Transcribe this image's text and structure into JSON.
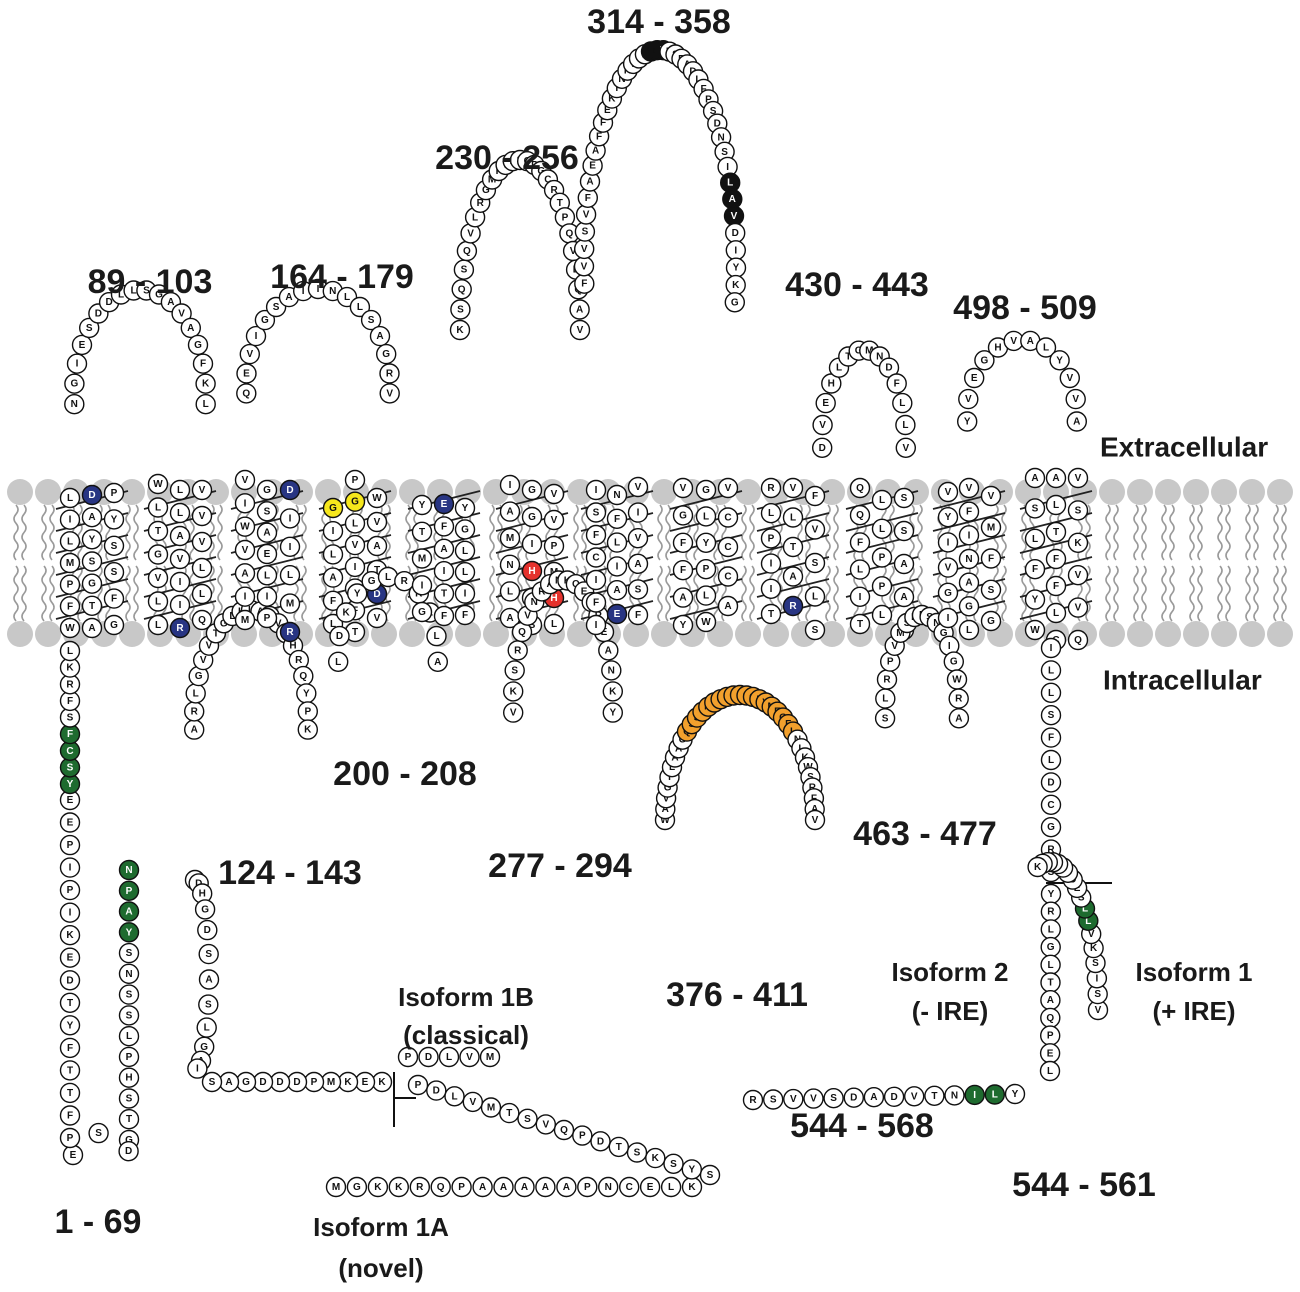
{
  "membrane_labels": {
    "extracellular": "Extracellular",
    "intracellular": "Intracellular"
  },
  "colors": {
    "default": "#ffffff",
    "dark_blue": "#283583",
    "yellow": "#f6e71c",
    "red": "#e5322d",
    "black": "#111111",
    "green": "#1e6b2f",
    "orange": "#f2a02d",
    "membrane": "#c8c8c8"
  },
  "range_labels": [
    "314 - 358",
    "230 - 256",
    "89 - 103",
    "164 - 179",
    "430 - 443",
    "498 - 509",
    "200 - 208",
    "124 - 143",
    "277 - 294",
    "463 - 477",
    "376 - 411",
    "544 - 568",
    "544 - 561",
    "1 - 69"
  ],
  "isoform_labels": [
    "Isoform 1B",
    "(classical)",
    "Isoform 1A",
    "(novel)",
    "Isoform 2",
    "(- IRE)",
    "Isoform 1",
    "(+ IRE)"
  ],
  "segments": [
    {
      "name": "n-term-1a-tail",
      "residues": "MGKKRQPAAAAAPNCELK",
      "colors": {}
    },
    {
      "name": "n-term-1a-loop",
      "residues": "SYSKSTDPQVSTMVLDP",
      "colors": {}
    },
    {
      "name": "n-term-1b",
      "residues": "PDLVM",
      "colors": {}
    },
    {
      "name": "n-term-common-a",
      "residues": "KEKMPDDDGAS",
      "colors": {}
    },
    {
      "name": "n-term-common-b",
      "residues": "GDHGDSASLGAI",
      "colors": {}
    },
    {
      "name": "n-term-common-c",
      "residues": "NPAYSNSSLPHSTG",
      "colors": {
        "0": "green",
        "1": "green",
        "2": "green",
        "3": "green"
      }
    },
    {
      "name": "n-term-common-d",
      "residues": "DSE",
      "colors": {}
    },
    {
      "name": "n-term-common-e",
      "residues": "PFTTFYTDEKIPIPEE",
      "colors": {}
    },
    {
      "name": "n-term-common-f",
      "residues": "YSCFSFRKL",
      "colors": {
        "0": "green",
        "1": "green",
        "2": "green",
        "3": "green"
      }
    },
    {
      "name": "tm1-left",
      "residues": "LILMPFW",
      "colors": {}
    },
    {
      "name": "tm1-mid",
      "residues": "DAYSGTA",
      "colors": {
        "0": "dark_blue"
      }
    },
    {
      "name": "tm1-right",
      "residues": "PYSSFG",
      "colors": {}
    },
    {
      "name": "loop-89-103",
      "residues": "NGIESDDLLSGAVAGFKL",
      "colors": {}
    },
    {
      "name": "tm2-left",
      "residues": "WLTGVLL",
      "colors": {}
    },
    {
      "name": "tm2-mid",
      "residues": "LLAVIIR",
      "colors": {
        "6": "dark_blue"
      }
    },
    {
      "name": "tm2-right",
      "residues": "VVVLLQ",
      "colors": {}
    },
    {
      "name": "loop-124-143",
      "residues": "ARLGVVTGLHLAEVCHRQYPK",
      "colors": {}
    },
    {
      "name": "tm3-left",
      "residues": "VIWVAIM",
      "colors": {}
    },
    {
      "name": "tm3-mid",
      "residues": "GSAELIP",
      "colors": {}
    },
    {
      "name": "tm3-right",
      "residues": "DIILMR",
      "colors": {
        "0": "dark_blue",
        "5": "dark_blue"
      }
    },
    {
      "name": "loop-164-179",
      "residues": "QEVIGSAIINLLSAGRV",
      "colors": {}
    },
    {
      "name": "tm4-left",
      "residues": "GILAFL",
      "colors": {
        "0": "yellow"
      }
    },
    {
      "name": "tm4-mid",
      "residues": "PGLVITFT",
      "colors": {
        "1": "yellow"
      }
    },
    {
      "name": "tm4-right",
      "residues": "WVATDV",
      "colors": {
        "4": "dark_blue"
      }
    },
    {
      "name": "loop-200-208",
      "residues": "LDKYGLRKLLA",
      "colors": {}
    },
    {
      "name": "tm5-left",
      "residues": "YTMIG",
      "colors": {}
    },
    {
      "name": "tm5-mid",
      "residues": "EFAITF",
      "colors": {
        "0": "dark_blue"
      }
    },
    {
      "name": "tm5-right",
      "residues": "YGLLIF",
      "colors": {}
    },
    {
      "name": "loop-230-256",
      "residues": "KSQSQVLRGMFVPSCPGCRTPQVEQAV",
      "colors": {}
    },
    {
      "name": "tm6-left",
      "residues": "IAMNLA",
      "colors": {}
    },
    {
      "name": "tm6-mid",
      "residues": "GGIHYS",
      "colors": {
        "3": "red"
      }
    },
    {
      "name": "tm6-right",
      "residues": "VVPMHL",
      "colors": {
        "4": "red"
      }
    },
    {
      "name": "loop-277-294",
      "residues": "VKSRQVNRANKQEVREANKY",
      "colors": {}
    },
    {
      "name": "tm7-left",
      "residues": "ISFCIFI",
      "colors": {}
    },
    {
      "name": "tm7-mid",
      "residues": "NFLIAE",
      "colors": {
        "5": "dark_blue"
      }
    },
    {
      "name": "tm7-right",
      "residues": "VIVASF",
      "colors": {}
    },
    {
      "name": "loop-314-358",
      "residues": "FVVSVFAEAFFEKTNKVVECKNNSPADLFPSDNSILAVDIYKG",
      "colors": {
        "19": "black",
        "20": "black",
        "21": "black",
        "35": "black",
        "36": "black",
        "37": "black"
      }
    },
    {
      "name": "tm8-left",
      "residues": "VGFFAY",
      "colors": {}
    },
    {
      "name": "tm8-mid",
      "residues": "GLYPLW",
      "colors": {}
    },
    {
      "name": "tm8-right",
      "residues": "VCCCA",
      "colors": {}
    },
    {
      "name": "loop-376-411",
      "residues": "WAVGILAAGQSSTMTGTYSGQFVMEGFLNLKWSRFAV",
      "colors": {
        "9": "orange",
        "10": "orange",
        "11": "orange",
        "12": "orange",
        "13": "orange",
        "14": "orange",
        "15": "orange",
        "16": "orange",
        "17": "orange",
        "18": "orange",
        "19": "orange",
        "20": "orange",
        "21": "orange",
        "22": "orange",
        "23": "orange",
        "24": "orange",
        "25": "orange",
        "26": "orange",
        "27": "orange"
      }
    },
    {
      "name": "tm9-left",
      "residues": "RLPIIT",
      "colors": {}
    },
    {
      "name": "tm9-mid",
      "residues": "VLTAR",
      "colors": {
        "4": "dark_blue"
      }
    },
    {
      "name": "tm9-right",
      "residues": "FVSLS",
      "colors": {}
    },
    {
      "name": "loop-430-443",
      "residues": "DVEHLTGMNDFLLV",
      "colors": {}
    },
    {
      "name": "tm10-left",
      "residues": "QQFLIT",
      "colors": {}
    },
    {
      "name": "tm10-mid",
      "residues": "LLPPL",
      "colors": {}
    },
    {
      "name": "tm10-right",
      "residues": "SSAAT",
      "colors": {}
    },
    {
      "name": "loop-463-477",
      "residues": "SLRPVMSEFSNGIGWRA",
      "colors": {}
    },
    {
      "name": "tm11-left",
      "residues": "VYIVGI",
      "colors": {}
    },
    {
      "name": "tm11-mid",
      "residues": "VFINAGL",
      "colors": {}
    },
    {
      "name": "tm11-right",
      "residues": "VMFSG",
      "colors": {}
    },
    {
      "name": "loop-498-509",
      "residues": "YVEGHVALYVVA",
      "colors": {}
    },
    {
      "name": "tm12-left",
      "residues": "ASLFYW",
      "colors": {}
    },
    {
      "name": "tm12-mid",
      "residues": "ALTFFLC",
      "colors": {}
    },
    {
      "name": "tm12-right",
      "residues": "VSKVVQ",
      "colors": {}
    },
    {
      "name": "c-term-common",
      "residues": "ILLSFLDCGRS",
      "colors": {}
    },
    {
      "name": "c-term-iso2-a",
      "residues": "YRLGLTAQPEL",
      "colors": {}
    },
    {
      "name": "c-term-iso2-b",
      "residues": "YLINTVDADSVVSR",
      "colors": {
        "1": "green",
        "2": "green"
      }
    },
    {
      "name": "c-term-iso1",
      "residues": "VSISKVLLSEDTSGGNIK",
      "colors": {
        "6": "green",
        "7": "green"
      }
    }
  ]
}
